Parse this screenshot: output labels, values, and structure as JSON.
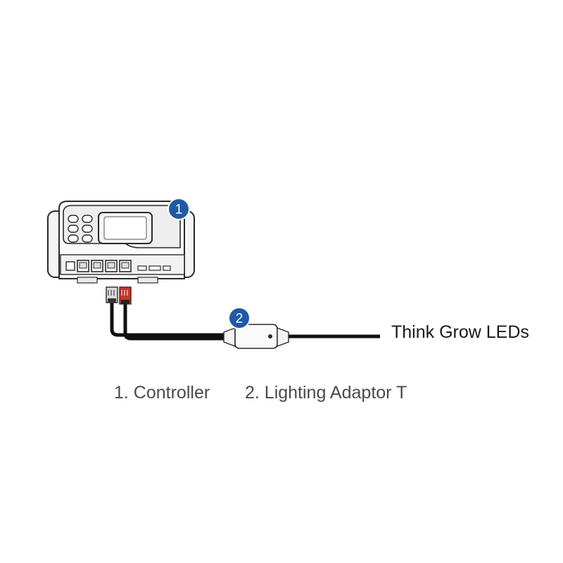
{
  "callouts": {
    "controller_number": "1",
    "adaptor_number": "2"
  },
  "labels": {
    "destination": "Think Grow LEDs"
  },
  "captions": {
    "controller": "1. Controller",
    "adaptor": "2.  Lighting Adaptor T"
  },
  "colors": {
    "callout": "#1f5aa6",
    "cable": "#111111",
    "red_plug": "#c0392b",
    "gray_plug": "#b8b8b8"
  },
  "icons": {
    "controller": "controller-device-icon",
    "adaptor": "inline-adaptor-icon",
    "connector_a": "rj-connector-gray-icon",
    "connector_b": "rj-connector-red-icon"
  }
}
